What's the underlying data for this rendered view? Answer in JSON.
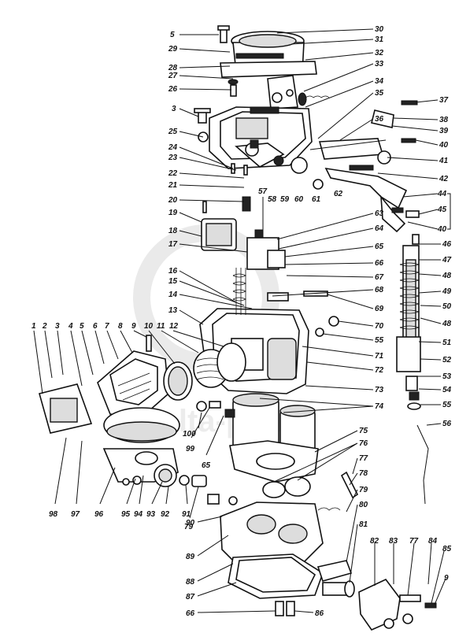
{
  "watermark": {
    "text": "dolta-parts"
  },
  "callouts": [
    {
      "text": "30"
    },
    {
      "text": "31"
    },
    {
      "text": "32"
    },
    {
      "text": "33"
    },
    {
      "text": "34"
    },
    {
      "text": "35"
    },
    {
      "text": "36"
    },
    {
      "text": "37"
    },
    {
      "text": "38"
    },
    {
      "text": "39"
    },
    {
      "text": "40"
    },
    {
      "text": "41"
    },
    {
      "text": "42"
    },
    {
      "text": "44"
    },
    {
      "text": "45"
    },
    {
      "text": "40"
    },
    {
      "text": "5"
    },
    {
      "text": "29"
    },
    {
      "text": "28"
    },
    {
      "text": "27"
    },
    {
      "text": "26"
    },
    {
      "text": "3"
    },
    {
      "text": "25"
    },
    {
      "text": "24"
    },
    {
      "text": "23"
    },
    {
      "text": "22"
    },
    {
      "text": "21"
    },
    {
      "text": "20"
    },
    {
      "text": "19"
    },
    {
      "text": "18"
    },
    {
      "text": "17"
    },
    {
      "text": "16"
    },
    {
      "text": "15"
    },
    {
      "text": "14"
    },
    {
      "text": "13"
    },
    {
      "text": "57"
    },
    {
      "text": "58"
    },
    {
      "text": "59"
    },
    {
      "text": "60"
    },
    {
      "text": "61"
    },
    {
      "text": "62"
    },
    {
      "text": "63"
    },
    {
      "text": "64"
    },
    {
      "text": "65"
    },
    {
      "text": "66"
    },
    {
      "text": "67"
    },
    {
      "text": "68"
    },
    {
      "text": "69"
    },
    {
      "text": "70"
    },
    {
      "text": "55"
    },
    {
      "text": "71"
    },
    {
      "text": "72"
    },
    {
      "text": "73"
    },
    {
      "text": "74"
    },
    {
      "text": "46"
    },
    {
      "text": "47"
    },
    {
      "text": "48"
    },
    {
      "text": "49"
    },
    {
      "text": "50"
    },
    {
      "text": "48"
    },
    {
      "text": "51"
    },
    {
      "text": "52"
    },
    {
      "text": "53"
    },
    {
      "text": "54"
    },
    {
      "text": "55"
    },
    {
      "text": "56"
    },
    {
      "text": "1"
    },
    {
      "text": "2"
    },
    {
      "text": "3"
    },
    {
      "text": "4"
    },
    {
      "text": "5"
    },
    {
      "text": "6"
    },
    {
      "text": "7"
    },
    {
      "text": "8"
    },
    {
      "text": "9"
    },
    {
      "text": "10"
    },
    {
      "text": "11"
    },
    {
      "text": "12"
    },
    {
      "text": "98"
    },
    {
      "text": "97"
    },
    {
      "text": "96"
    },
    {
      "text": "95"
    },
    {
      "text": "94"
    },
    {
      "text": "93"
    },
    {
      "text": "92"
    },
    {
      "text": "91"
    },
    {
      "text": "79"
    },
    {
      "text": "100"
    },
    {
      "text": "99"
    },
    {
      "text": "65"
    },
    {
      "text": "75"
    },
    {
      "text": "76"
    },
    {
      "text": "77"
    },
    {
      "text": "78"
    },
    {
      "text": "79"
    },
    {
      "text": "80"
    },
    {
      "text": "81"
    },
    {
      "text": "82"
    },
    {
      "text": "83"
    },
    {
      "text": "77"
    },
    {
      "text": "84"
    },
    {
      "text": "85"
    },
    {
      "text": "9"
    },
    {
      "text": "90"
    },
    {
      "text": "89"
    },
    {
      "text": "88"
    },
    {
      "text": "87"
    },
    {
      "text": "66"
    },
    {
      "text": "86"
    }
  ]
}
